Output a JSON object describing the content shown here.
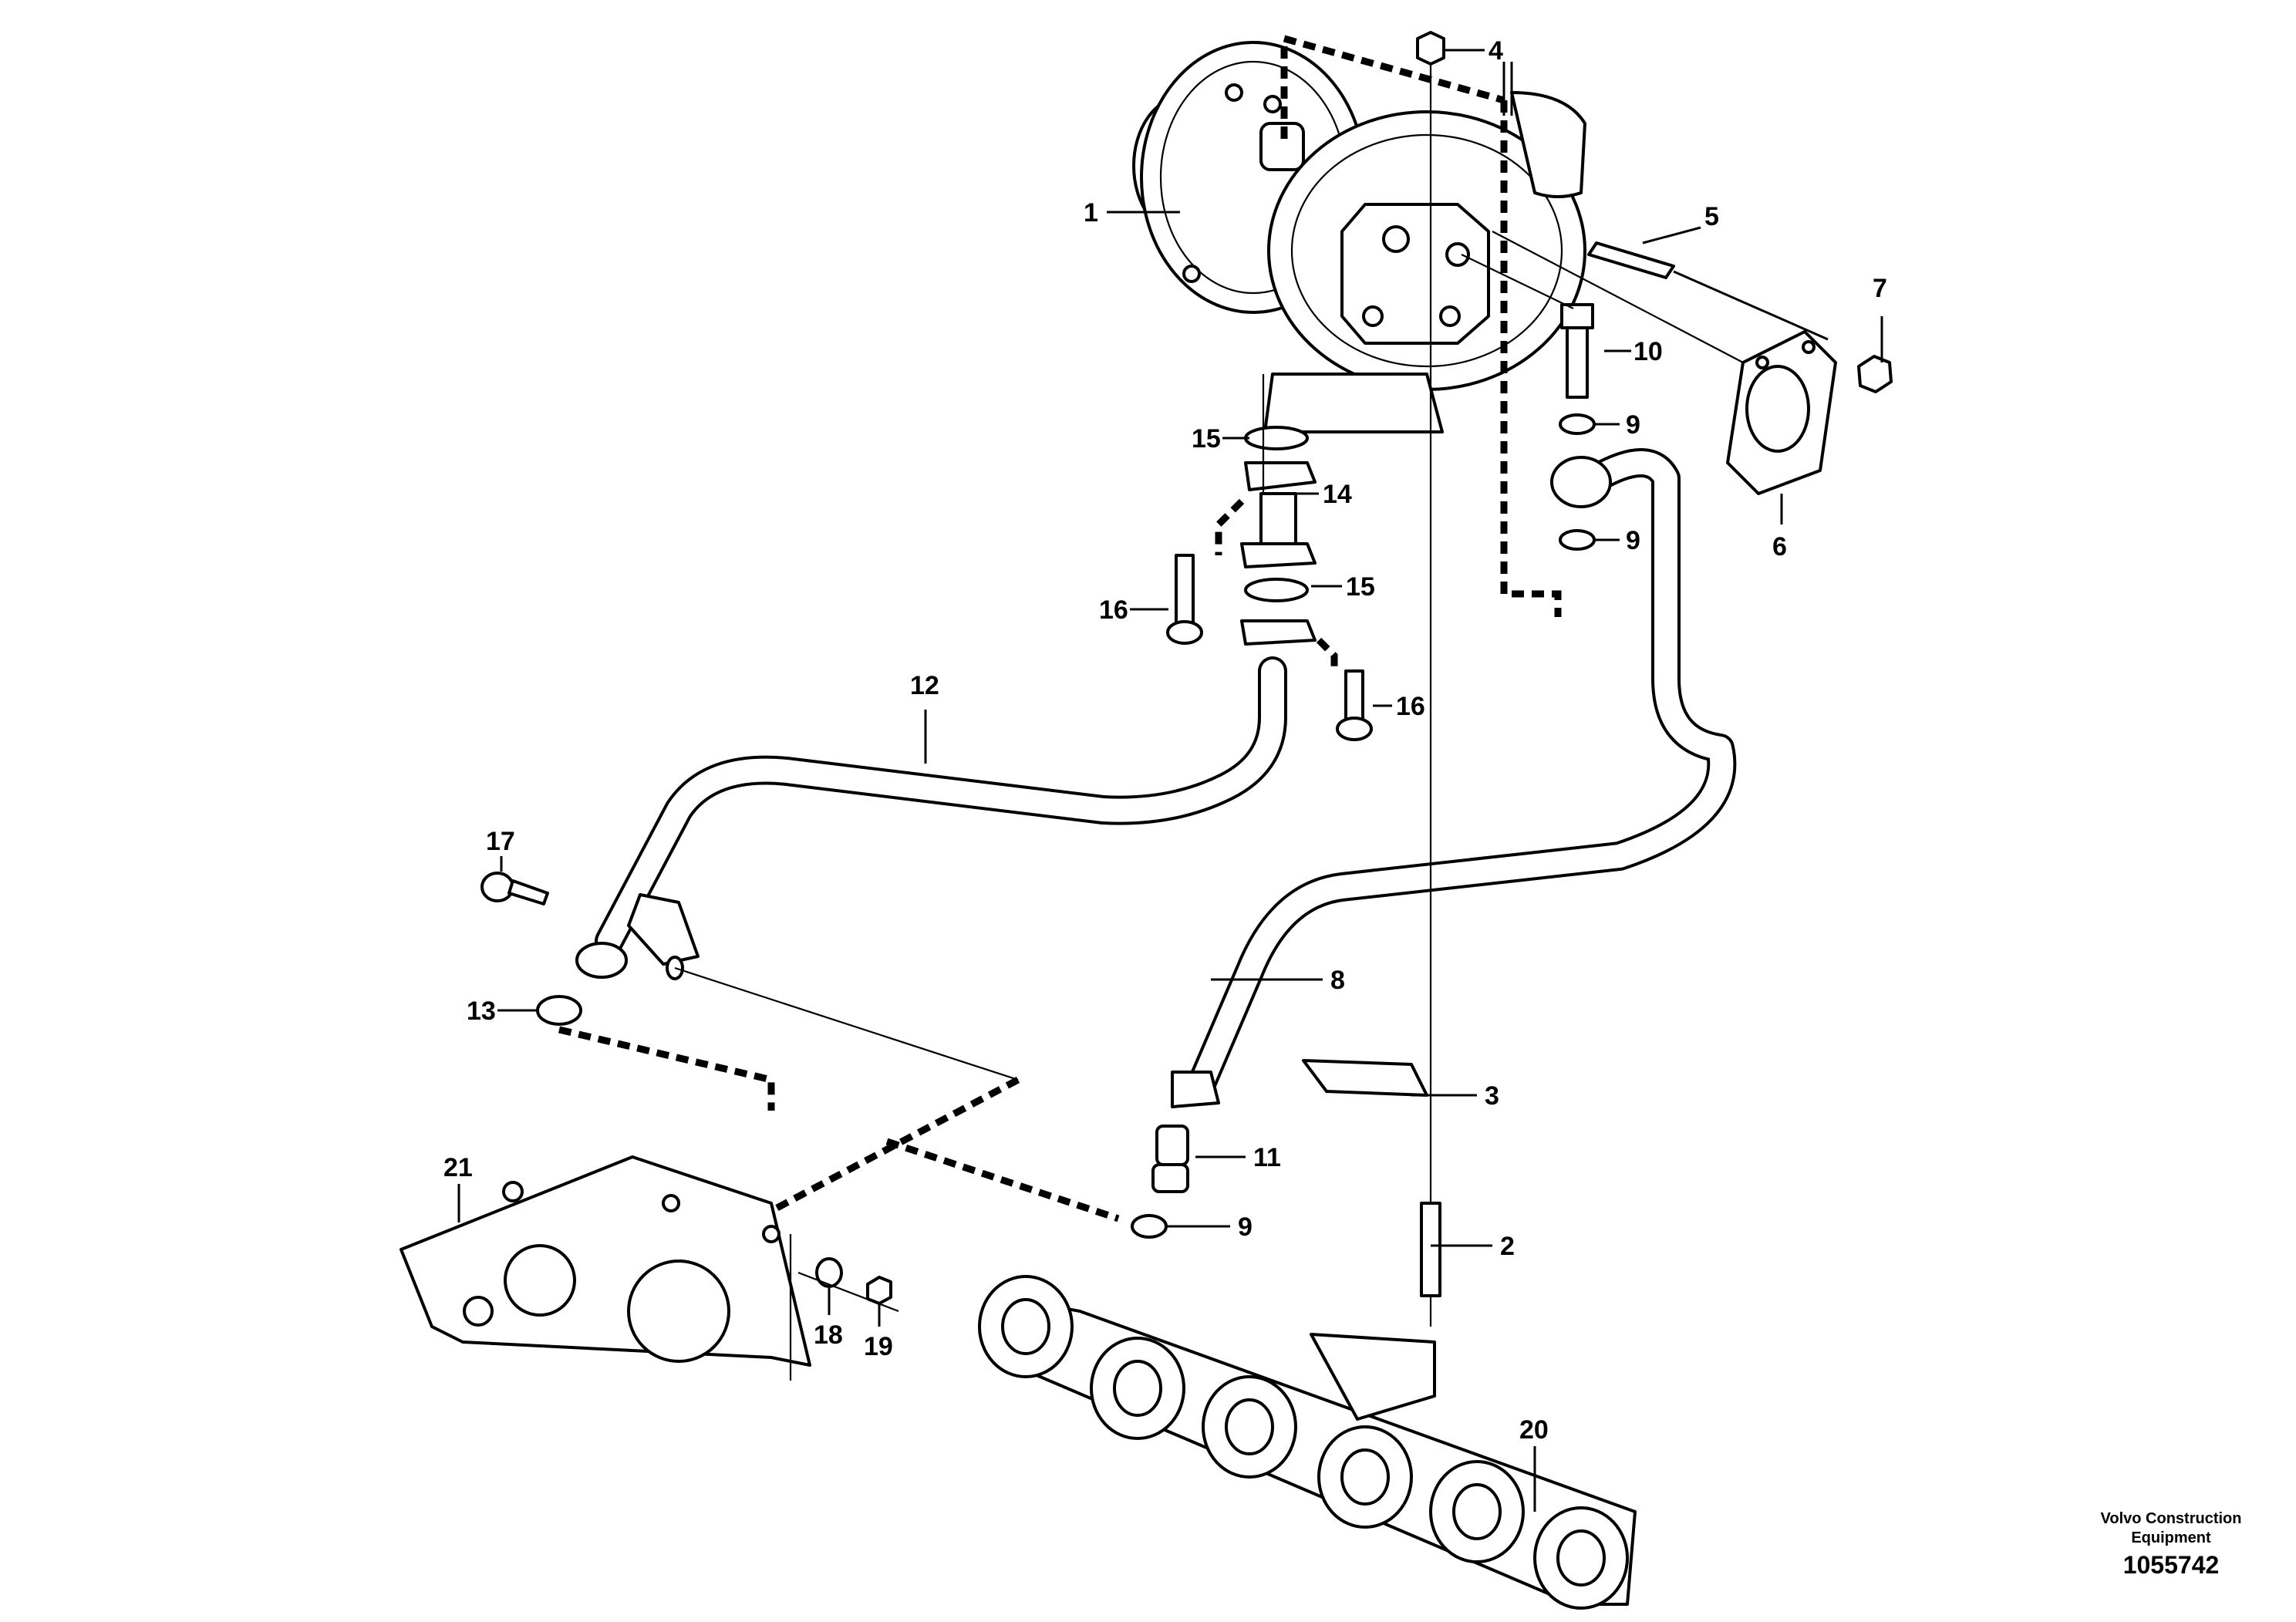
{
  "callouts": {
    "c1": "1",
    "c2": "2",
    "c3": "3",
    "c4": "4",
    "c5": "5",
    "c6": "6",
    "c7": "7",
    "c8": "8",
    "c9a": "9",
    "c9b": "9",
    "c9c": "9",
    "c10": "10",
    "c11": "11",
    "c12": "12",
    "c13": "13",
    "c14": "14",
    "c15a": "15",
    "c15b": "15",
    "c16a": "16",
    "c16b": "16",
    "c17": "17",
    "c18": "18",
    "c19": "19",
    "c20": "20",
    "c21": "21"
  },
  "credit": {
    "line1": "Volvo Construction",
    "line2": "Equipment",
    "figure_number": "1055742"
  }
}
